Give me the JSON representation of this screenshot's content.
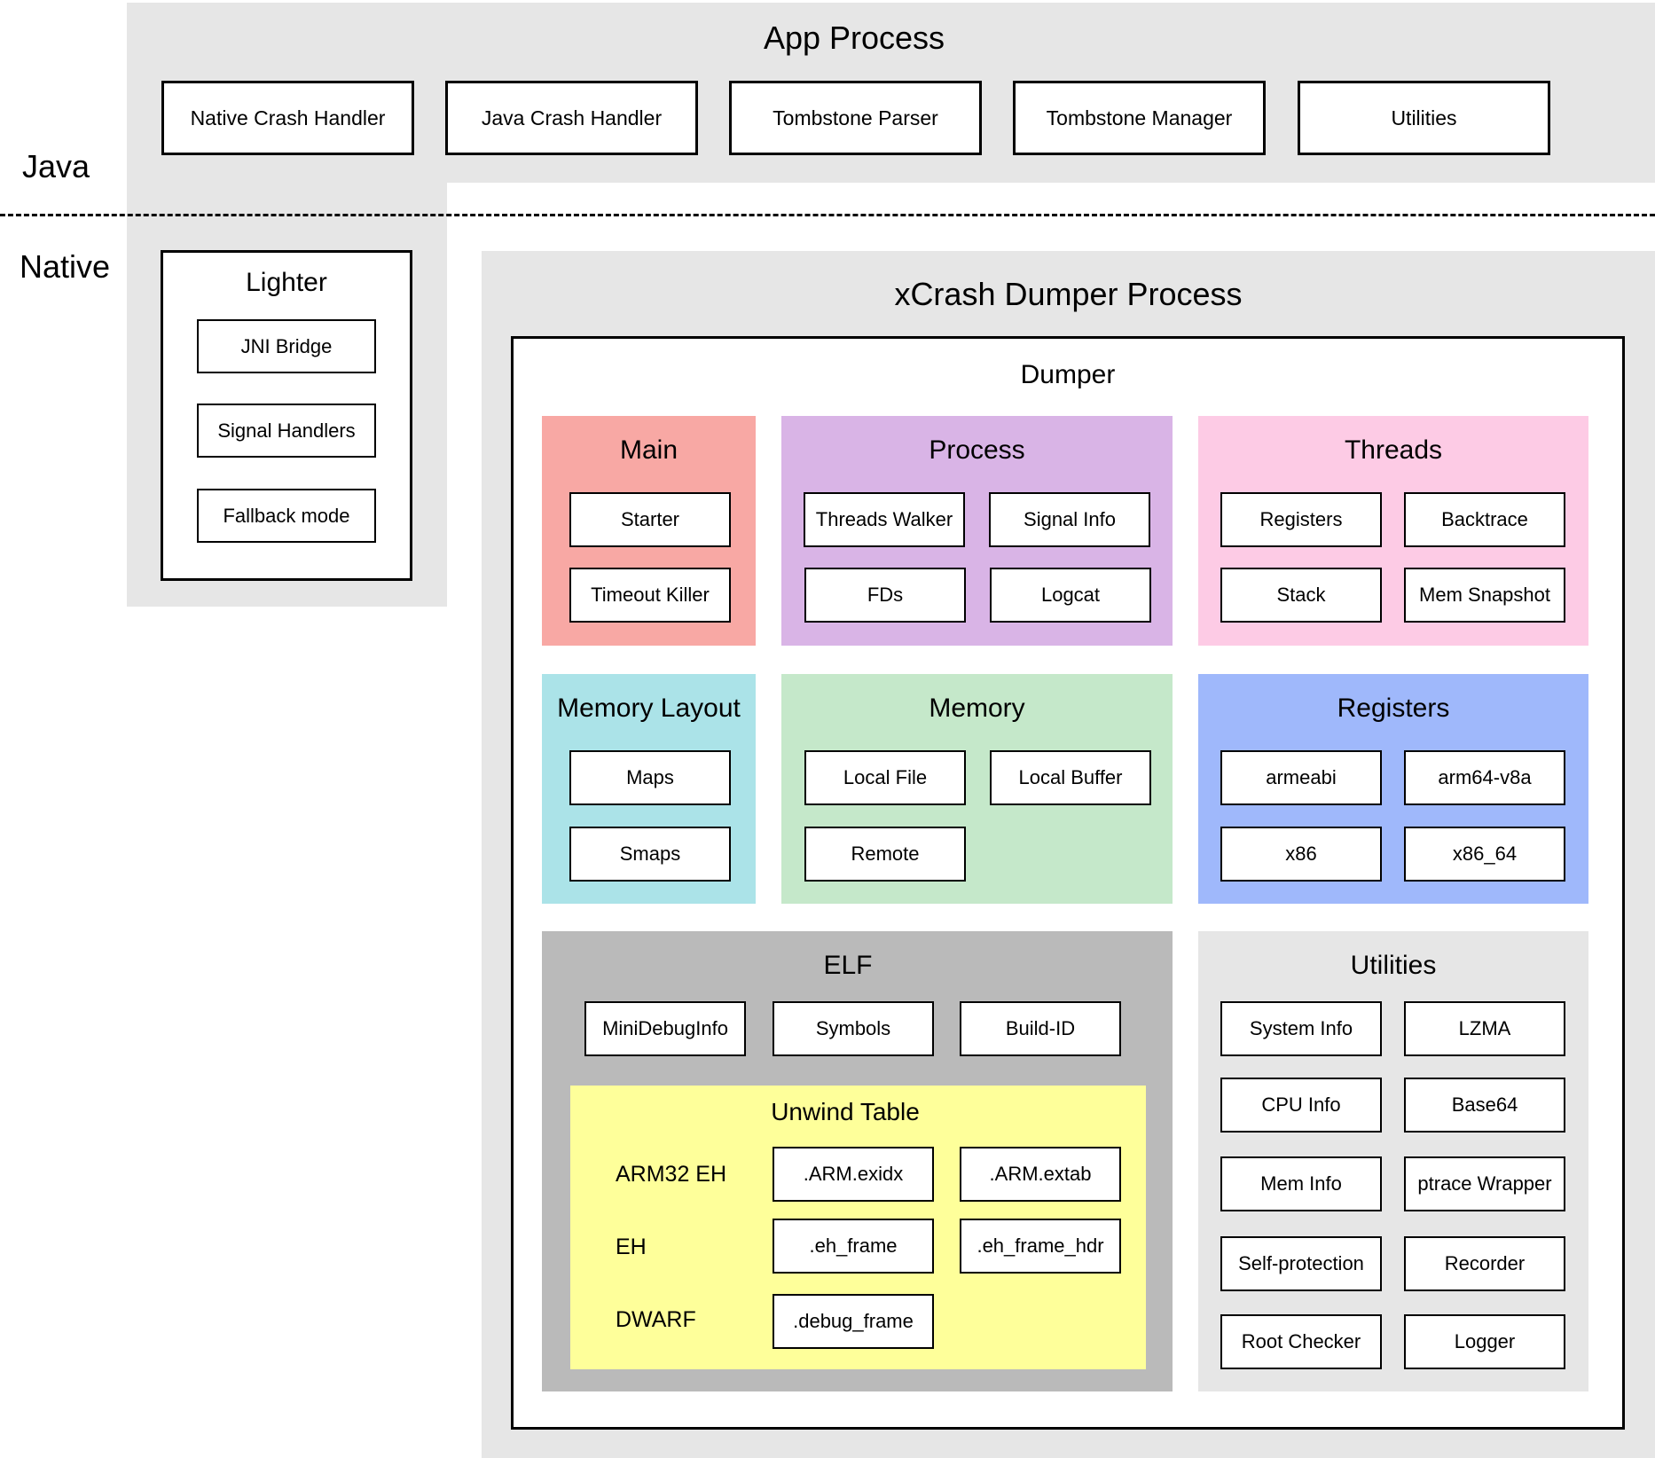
{
  "layers": {
    "java": "Java",
    "native": "Native"
  },
  "app_process": {
    "title": "App Process",
    "modules": [
      "Native Crash Handler",
      "Java Crash Handler",
      "Tombstone Parser",
      "Tombstone Manager",
      "Utilities"
    ]
  },
  "lighter": {
    "title": "Lighter",
    "items": [
      "JNI Bridge",
      "Signal Handlers",
      "Fallback mode"
    ]
  },
  "dumper_process": {
    "title": "xCrash Dumper Process",
    "dumper": {
      "title": "Dumper",
      "colors": {
        "main": "#f8a8a4",
        "process": "#d9b4e6",
        "threads": "#fdcbe5",
        "memory_layout": "#abe3e8",
        "memory": "#c5e8ca",
        "registers": "#9fb8fb",
        "elf": "#bababa",
        "unwind": "#feff9a",
        "utilities": "#e6e6e6"
      },
      "main": {
        "title": "Main",
        "items": [
          "Starter",
          "Timeout Killer"
        ]
      },
      "process": {
        "title": "Process",
        "items": [
          "Threads Walker",
          "Signal Info",
          "FDs",
          "Logcat"
        ]
      },
      "threads": {
        "title": "Threads",
        "items": [
          "Registers",
          "Backtrace",
          "Stack",
          "Mem Snapshot"
        ]
      },
      "memory_layout": {
        "title": "Memory Layout",
        "items": [
          "Maps",
          "Smaps"
        ]
      },
      "memory": {
        "title": "Memory",
        "items": [
          "Local File",
          "Local Buffer",
          "Remote"
        ]
      },
      "registers": {
        "title": "Registers",
        "items": [
          "armeabi",
          "arm64-v8a",
          "x86",
          "x86_64"
        ]
      },
      "elf": {
        "title": "ELF",
        "items": [
          "MiniDebugInfo",
          "Symbols",
          "Build-ID"
        ],
        "unwind_table": {
          "title": "Unwind Table",
          "rows": [
            "ARM32 EH",
            "EH",
            "DWARF"
          ],
          "items": [
            ".ARM.exidx",
            ".ARM.extab",
            ".eh_frame",
            ".eh_frame_hdr",
            ".debug_frame"
          ]
        }
      },
      "utilities": {
        "title": "Utilities",
        "items": [
          "System Info",
          "LZMA",
          "CPU Info",
          "Base64",
          "Mem Info",
          "ptrace Wrapper",
          "Self-protection",
          "Recorder",
          "Root Checker",
          "Logger"
        ]
      }
    }
  }
}
